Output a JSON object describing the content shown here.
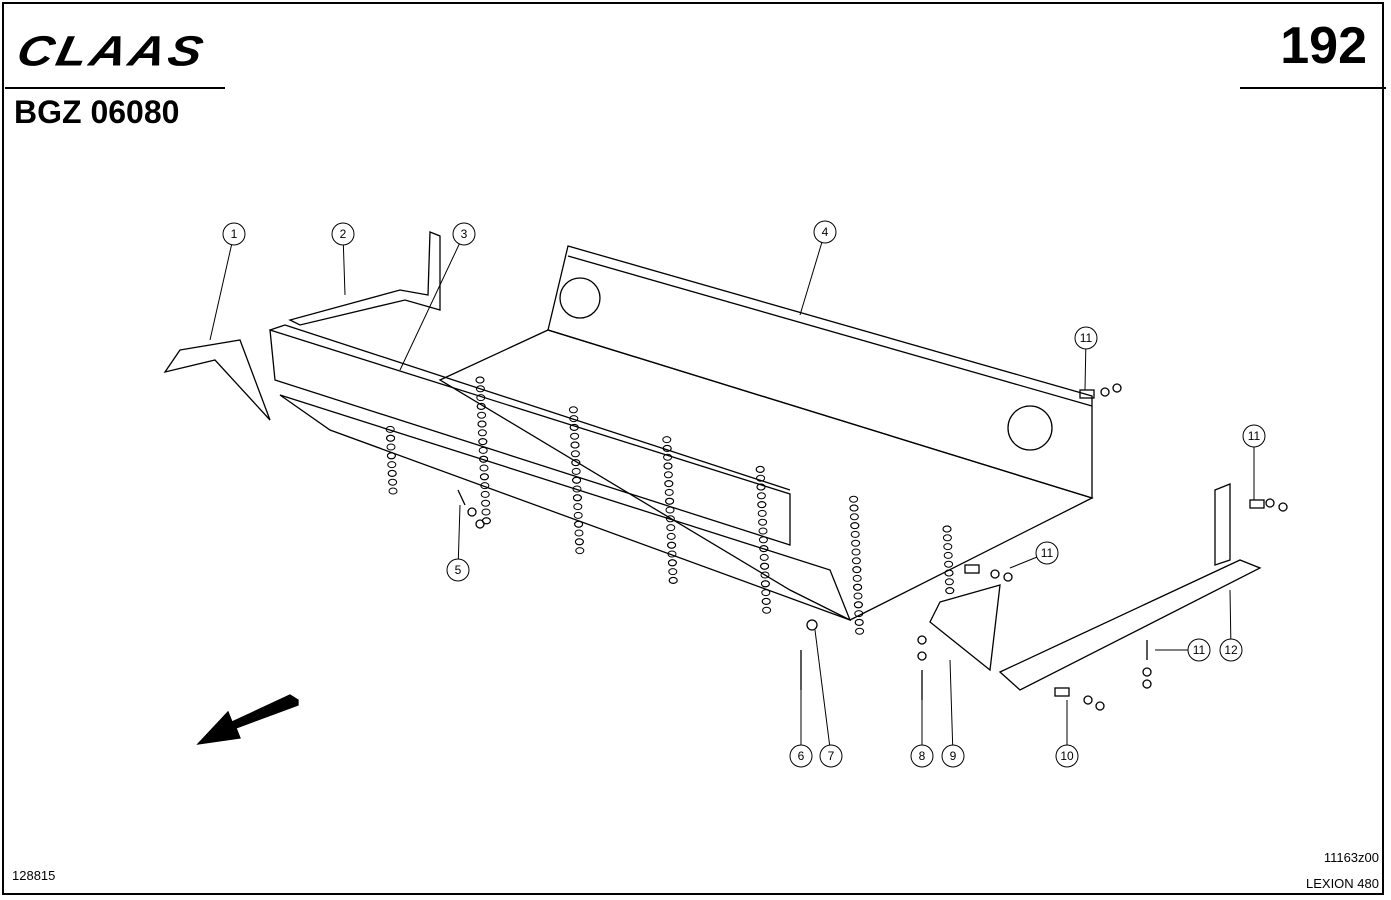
{
  "header": {
    "brand": "CLAAS",
    "page_number": "192",
    "group_code": "BGZ 06080"
  },
  "footer": {
    "doc_number": "128815",
    "drawing_number": "11163z00",
    "model": "LEXION 480"
  },
  "callouts": [
    "1",
    "2",
    "3",
    "4",
    "11",
    "11",
    "11",
    "11",
    "12",
    "5",
    "6",
    "7",
    "8",
    "9",
    "10"
  ]
}
